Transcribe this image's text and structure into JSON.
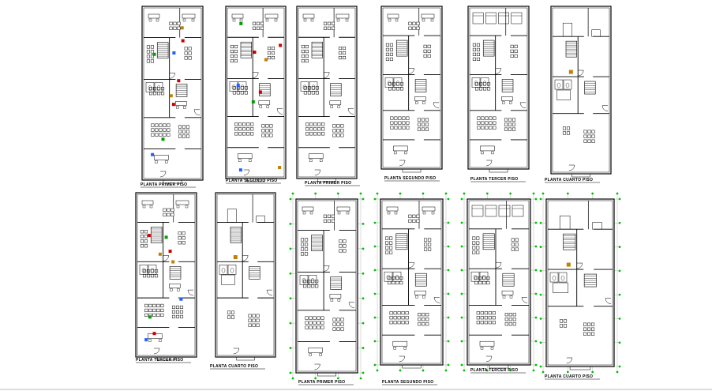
{
  "drawing": {
    "line_color": "#000000",
    "background": "#ffffff",
    "grid_color": "#00c000",
    "accent_colors": [
      "#cc0000",
      "#00a000",
      "#c08000",
      "#2060ff"
    ],
    "plans": [
      {
        "label": "PLANTA PRIMER PISO"
      },
      {
        "label": "PLANTA SEGUNDO PISO"
      },
      {
        "label": "PLANTA PRIMER PISO"
      },
      {
        "label": "PLANTA SEGUNDO PISO"
      },
      {
        "label": "PLANTA TERCER PISO"
      },
      {
        "label": "PLANTA CUARTO PISO"
      },
      {
        "label": "PLANTA TERCER PISO"
      },
      {
        "label": "PLANTA CUARTO PISO"
      },
      {
        "label": "PLANTA PRIMER PISO"
      },
      {
        "label": "PLANTA SEGUNDO PISO"
      },
      {
        "label": "PLANTA TERCER PISO"
      },
      {
        "label": "PLANTA CUARTO PISO"
      }
    ]
  }
}
